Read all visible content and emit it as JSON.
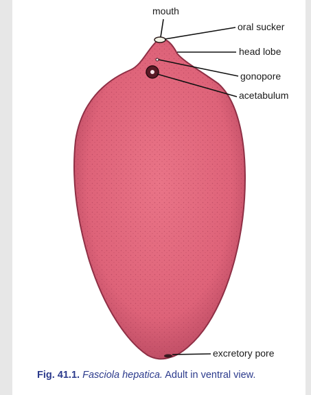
{
  "labels": {
    "mouth": "mouth",
    "oral_sucker": "oral sucker",
    "head_lobe": "head lobe",
    "gonopore": "gonopore",
    "acetabulum": "acetabulum",
    "excretory_pore": "excretory pore"
  },
  "caption": {
    "figure_number": "Fig. 41.1.",
    "species": "Fasciola hepatica.",
    "text": "Adult in ventral view."
  },
  "colors": {
    "body_fill": "#e0687e",
    "body_edge": "#8e2f45",
    "leader_line": "#111111",
    "caption": "#2b3a8c",
    "background": "#e7e7e7"
  }
}
